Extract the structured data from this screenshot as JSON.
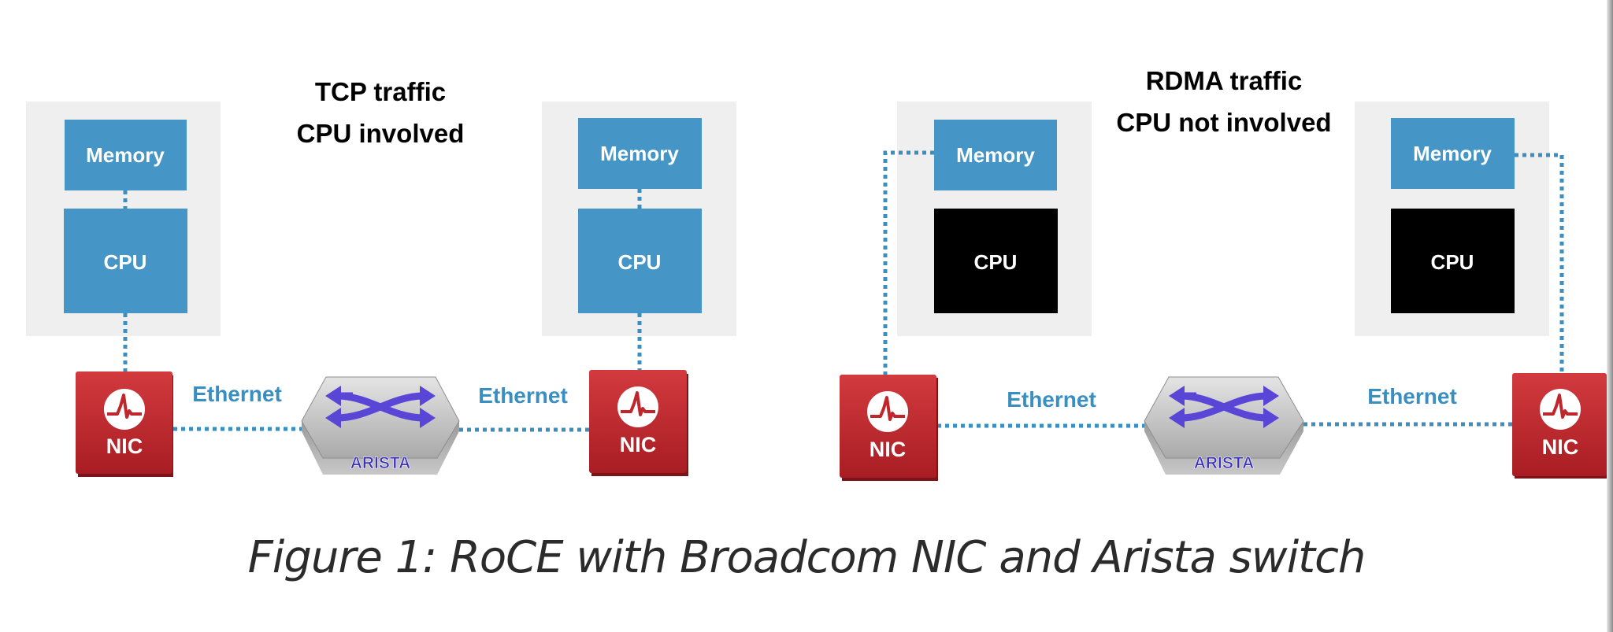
{
  "left_diagram": {
    "title_line1": "TCP traffic",
    "title_line2": "CPU involved",
    "host_a": {
      "memory_label": "Memory",
      "cpu_label": "CPU"
    },
    "host_b": {
      "memory_label": "Memory",
      "cpu_label": "CPU"
    },
    "nic_a_label": "NIC",
    "nic_b_label": "NIC",
    "link_a_label": "Ethernet",
    "link_b_label": "Ethernet",
    "switch_label": "ARISTA"
  },
  "right_diagram": {
    "title_line1": "RDMA traffic",
    "title_line2": "CPU not involved",
    "host_a": {
      "memory_label": "Memory",
      "cpu_label": "CPU"
    },
    "host_b": {
      "memory_label": "Memory",
      "cpu_label": "CPU"
    },
    "nic_a_label": "NIC",
    "nic_b_label": "NIC",
    "link_a_label": "Ethernet",
    "link_b_label": "Ethernet",
    "switch_label": "ARISTA"
  },
  "caption": "Figure 1: RoCE with Broadcom NIC and Arista switch",
  "colors": {
    "host_panel": "#efefef",
    "memory_box": "#4596c6",
    "cpu_active": "#4596c6",
    "cpu_bypassed": "#000000",
    "nic": "#c0272d",
    "link": "#3a8fc0",
    "link_label": "#3a8fc0",
    "switch_arrows": "#5a46d6"
  },
  "icons": {
    "nic_logo": "broadcom-pulse-icon",
    "switch_symbol": "crossing-arrows-icon"
  }
}
